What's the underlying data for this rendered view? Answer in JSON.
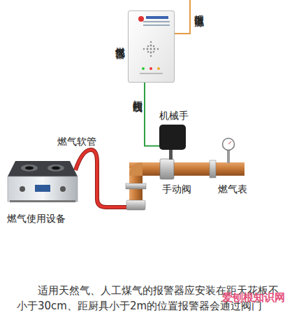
{
  "diagram": {
    "caption": "适用天然气、人工煤气的报警器应安装在距天花板不 小于30cm、距厨具小于2m的位置报警器会通过阀门",
    "nodes": [
      {
        "text": [
          "燃气报警器"
        ]
      },
      {
        "text": [
          "机械手"
        ]
      },
      {
        "text": [
          "燃气使用设备"
        ]
      }
    ],
    "edges": [
      {
        "from": 0,
        "to": 1,
        "label": "阀门控制线",
        "arrow": "none"
      }
    ],
    "labels": [
      "报警器电源",
      "燃气软管",
      "手动阀",
      "燃气表",
      "爱刨根知识网"
    ]
  }
}
